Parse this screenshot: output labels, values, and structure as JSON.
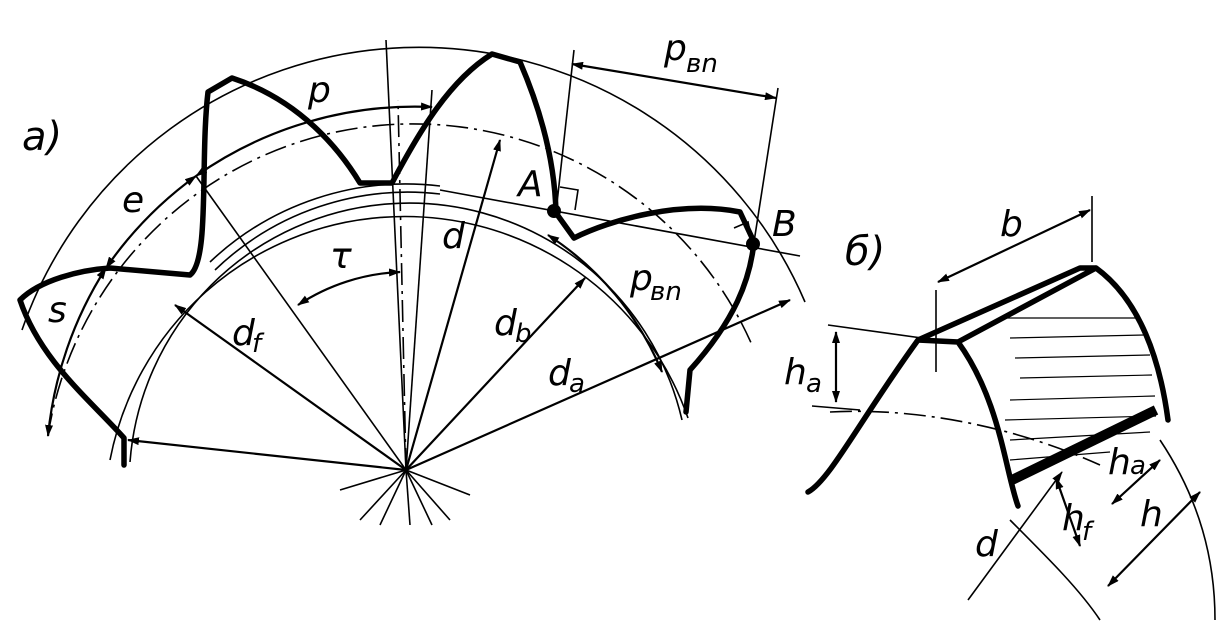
{
  "figure_a": {
    "panel_label": "a)",
    "labels": {
      "pitch": "p",
      "base_pitch_top": "p",
      "base_pitch_top_sub": "вn",
      "space": "e",
      "thickness": "s",
      "angle": "τ",
      "ref_diameter": "d",
      "root_diameter": "d",
      "root_diameter_sub": "f",
      "base_diameter": "d",
      "base_diameter_sub": "b",
      "tip_diameter": "d",
      "tip_diameter_sub": "a",
      "base_pitch_side": "p",
      "base_pitch_side_sub": "вn",
      "point_a": "A",
      "point_b": "B"
    }
  },
  "figure_b": {
    "panel_label": "б)",
    "labels": {
      "width": "b",
      "addendum": "h",
      "addendum_sub": "a",
      "dedendum": "h",
      "dedendum_sub": "f",
      "addendum_right": "h",
      "addendum_right_sub": "a",
      "whole_depth": "h",
      "ref_diameter": "d"
    }
  }
}
